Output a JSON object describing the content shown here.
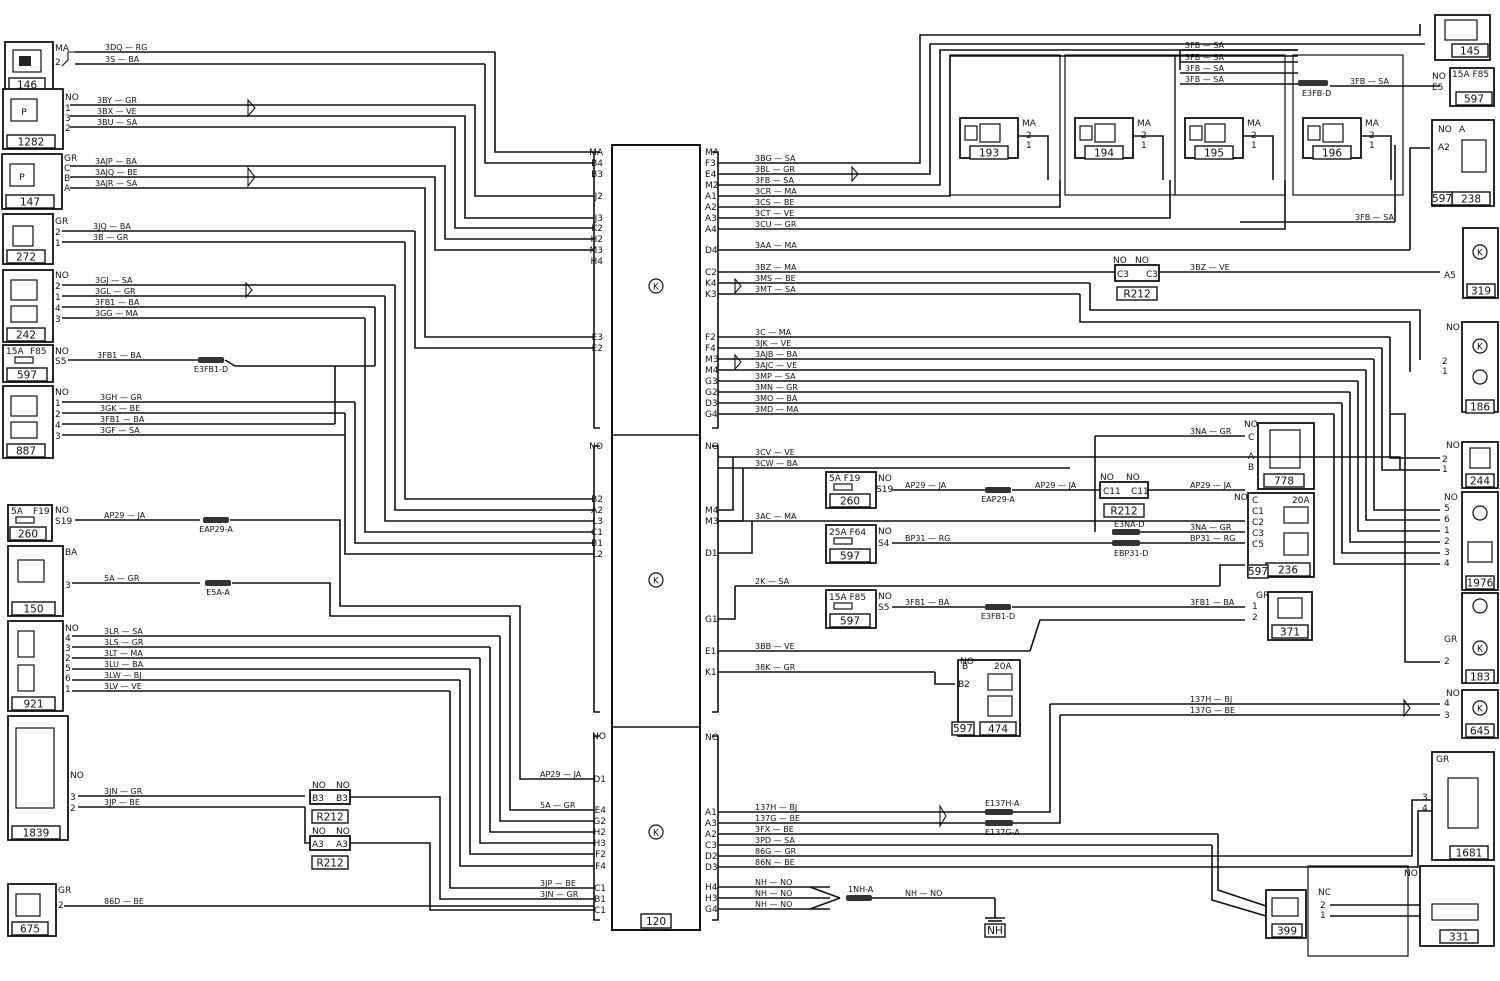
{
  "ecu": {
    "number": "120",
    "symbol": "K",
    "left_pins_top": [
      "MA",
      "B4",
      "B3",
      "J2",
      "J3",
      "K2",
      "H2",
      "M3",
      "H4",
      "E3",
      "E2"
    ],
    "right_pins_top": [
      "MA",
      "F3",
      "E4",
      "M2",
      "A1",
      "A2",
      "A3",
      "A4",
      "D4",
      "C2",
      "K4",
      "K3",
      "F2",
      "F4",
      "M3",
      "M4",
      "G3",
      "G2",
      "D3",
      "G4"
    ],
    "left_pins_mid": [
      "NO",
      "B2",
      "A2",
      "L3",
      "C1",
      "B1",
      "L2"
    ],
    "right_pins_mid": [
      "NO",
      "M4",
      "M3",
      "D1",
      "G1",
      "E1",
      "K1"
    ],
    "left_pins_bot": [
      "NO",
      "D1",
      "E4",
      "G2",
      "H2",
      "H3",
      "F2",
      "F4",
      "C1",
      "B1",
      "C1"
    ],
    "right_pins_bot": [
      "NO",
      "A1",
      "A3",
      "A2",
      "C3",
      "D2",
      "D3",
      "H4",
      "H3",
      "G4"
    ]
  },
  "left_components": [
    {
      "id": "146",
      "pins": [
        "MA",
        "2"
      ],
      "wires": [
        [
          "3DQ",
          "RG"
        ],
        [
          "3S",
          "BA"
        ]
      ]
    },
    {
      "id": "1282",
      "pins": [
        "NO",
        "1",
        "3",
        "2"
      ],
      "wires": [
        [
          "3BY",
          "GR"
        ],
        [
          "3BX",
          "VE"
        ],
        [
          "3BU",
          "SA"
        ]
      ]
    },
    {
      "id": "147",
      "pins": [
        "GR",
        "C",
        "B",
        "A"
      ],
      "wires": [
        [
          "3AJP",
          "BA"
        ],
        [
          "3AJQ",
          "BE"
        ],
        [
          "3AJR",
          "SA"
        ]
      ]
    },
    {
      "id": "272",
      "pins": [
        "GR",
        "2",
        "1"
      ],
      "wires": [
        [
          "3JQ",
          "BA"
        ],
        [
          "3B",
          "GR"
        ]
      ]
    },
    {
      "id": "242",
      "pins": [
        "NO",
        "2",
        "1",
        "4",
        "3"
      ],
      "wires": [
        [
          "3GJ",
          "SA"
        ],
        [
          "3GL",
          "GR"
        ],
        [
          "3FB1",
          "BA"
        ],
        [
          "3GG",
          "MA"
        ]
      ]
    },
    {
      "id": "597",
      "pins": [
        "15A",
        "F85",
        "NO",
        "S5"
      ],
      "wires": [
        [
          "3FB1",
          "BA"
        ]
      ],
      "splice": "E3FB1-D"
    },
    {
      "id": "887",
      "pins": [
        "NO",
        "1",
        "2",
        "4",
        "3"
      ],
      "wires": [
        [
          "3GH",
          "GR"
        ],
        [
          "3GK",
          "BE"
        ],
        [
          "3FB1",
          "BA"
        ],
        [
          "3GF",
          "SA"
        ]
      ]
    },
    {
      "id": "260",
      "pins": [
        "5A",
        "F19",
        "NO",
        "S19"
      ],
      "wires": [
        [
          "AP29",
          "JA"
        ]
      ],
      "splice": "EAP29-A"
    },
    {
      "id": "150",
      "pins": [
        "BA",
        "3"
      ],
      "wires": [
        [
          "5A",
          "GR"
        ]
      ],
      "splice": "E5A-A"
    },
    {
      "id": "921",
      "pins": [
        "NO",
        "4",
        "3",
        "2",
        "5",
        "6",
        "1"
      ],
      "wires": [
        [
          "3LR",
          "SA"
        ],
        [
          "3LS",
          "GR"
        ],
        [
          "3LT",
          "MA"
        ],
        [
          "3LU",
          "BA"
        ],
        [
          "3LW",
          "BJ"
        ],
        [
          "3LV",
          "VE"
        ]
      ]
    },
    {
      "id": "1839",
      "pins": [
        "NO",
        "3",
        "2"
      ],
      "wires": [
        [
          "3JN",
          "GR"
        ],
        [
          "3JP",
          "BE"
        ]
      ]
    },
    {
      "id": "675",
      "pins": [
        "GR",
        "2"
      ],
      "wires": [
        [
          "86D",
          "BE"
        ]
      ]
    }
  ],
  "relays_top": [
    {
      "id": "193",
      "pins": [
        "MA",
        "2",
        "1"
      ]
    },
    {
      "id": "194",
      "pins": [
        "MA",
        "2",
        "1"
      ]
    },
    {
      "id": "195",
      "pins": [
        "MA",
        "2",
        "1"
      ]
    },
    {
      "id": "196",
      "pins": [
        "MA",
        "2",
        "1"
      ]
    }
  ],
  "top_right": {
    "component_145": "145",
    "component_597": "597",
    "fuse_label": "15A F85",
    "pin_no": "NO",
    "pin_e5": "E5",
    "wires": [
      [
        "3FB",
        "SA"
      ],
      [
        "3FB",
        "SA"
      ],
      [
        "3FB",
        "SA"
      ],
      [
        "3FB",
        "SA"
      ]
    ],
    "splice": "E3FB-D"
  },
  "right_wires_top": [
    [
      "3BG",
      "SA"
    ],
    [
      "3BL",
      "GR"
    ],
    [
      "3FB",
      "SA"
    ],
    [
      "3CR",
      "MA"
    ],
    [
      "3CS",
      "BE"
    ],
    [
      "3CT",
      "VE"
    ],
    [
      "3CU",
      "GR"
    ],
    [
      "3AA",
      "MA"
    ],
    [
      "3BZ",
      "MA"
    ],
    [
      "3MS",
      "BE"
    ],
    [
      "3MT",
      "SA"
    ],
    [
      "3C",
      "MA"
    ],
    [
      "3JK",
      "VE"
    ],
    [
      "3AJB",
      "BA"
    ],
    [
      "3AJC",
      "VE"
    ],
    [
      "3MP",
      "SA"
    ],
    [
      "3MN",
      "GR"
    ],
    [
      "3MO",
      "BA"
    ],
    [
      "3MD",
      "MA"
    ]
  ],
  "right_components": [
    {
      "id": "238",
      "pins": [
        "NO",
        "A",
        "A2"
      ]
    },
    {
      "id": "319",
      "pins": [
        "A5"
      ]
    },
    {
      "id": "R212",
      "pins": [
        "NO",
        "NO",
        "C3",
        "C3"
      ],
      "wire": [
        "3BZ",
        "VE"
      ]
    },
    {
      "id": "186",
      "pins": [
        "NO",
        "2",
        "1"
      ]
    },
    {
      "id": "778",
      "pins": [
        "NO",
        "C",
        "A",
        "B"
      ],
      "wire": [
        "3NA",
        "GR"
      ]
    },
    {
      "id": "244",
      "pins": [
        "NO",
        "2",
        "1"
      ]
    },
    {
      "id": "236",
      "pins": [
        "NO",
        "C",
        "20A",
        "C1",
        "C2",
        "C3",
        "C5"
      ]
    },
    {
      "id": "1976",
      "pins": [
        "NO",
        "5",
        "6",
        "1",
        "2",
        "3",
        "4"
      ]
    },
    {
      "id": "371",
      "pins": [
        "GR",
        "1",
        "2"
      ]
    },
    {
      "id": "183",
      "pins": [
        "GR",
        "2"
      ]
    },
    {
      "id": "474",
      "pins": [
        "NO",
        "B",
        "20A",
        "B2"
      ]
    },
    {
      "id": "645",
      "pins": [
        "NO",
        "4",
        "3"
      ]
    },
    {
      "id": "1681",
      "pins": [
        "GR",
        "3",
        "4"
      ]
    },
    {
      "id": "331",
      "pins": [
        "NO"
      ]
    },
    {
      "id": "399",
      "pins": [
        "NC",
        "2",
        "1"
      ]
    }
  ],
  "mid_right": {
    "wires_mid": [
      [
        "3CV",
        "VE"
      ],
      [
        "3CW",
        "BA"
      ],
      [
        "3AC",
        "MA"
      ],
      [
        "2K",
        "SA"
      ],
      [
        "3BB",
        "VE"
      ],
      [
        "38K",
        "GR"
      ]
    ],
    "fuse_260": {
      "label": "5A F19",
      "pin": "S19",
      "id": "260",
      "wire": [
        "AP29",
        "JA"
      ],
      "splice": "EAP29-A",
      "wire2": [
        "AP29",
        "JA"
      ]
    },
    "fuse_597a": {
      "label": "25A F64",
      "pin": "S4",
      "id": "597",
      "wire": [
        "BP31",
        "RG"
      ],
      "splice": "EBP31-D",
      "wire2": [
        "BP31",
        "RG"
      ]
    },
    "fuse_597b": {
      "label": "15A F85",
      "pin": "S5",
      "id": "597",
      "wire": [
        "3FB1",
        "BA"
      ],
      "splice": "E3FB1-D",
      "wire2": [
        "3FB1",
        "BA"
      ]
    },
    "r212_c11": {
      "id": "R212",
      "pins": [
        "NO",
        "NO",
        "C11",
        "C11"
      ],
      "wire": [
        "AP29",
        "JA"
      ]
    },
    "esna": "E3NA-D",
    "wire_3na": [
      "3NA",
      "GR"
    ],
    "wire_bp31": [
      "BP31",
      "RG"
    ],
    "wire_137h": [
      "137H",
      "BJ"
    ],
    "wire_137g": [
      "137G",
      "BE"
    ],
    "relay_474_parent": "597"
  },
  "bottom": {
    "r212_b3": {
      "id": "R212",
      "pins": [
        "NO",
        "B3",
        "NO",
        "B3"
      ]
    },
    "r212_a3": {
      "id": "R212",
      "pins": [
        "NO",
        "A3",
        "NO",
        "A3"
      ]
    },
    "left_wires": [
      [
        "AP29",
        "JA"
      ],
      [
        "5A",
        "GR"
      ],
      [
        "3JP",
        "BE"
      ],
      [
        "3JN",
        "GR"
      ]
    ],
    "right_wires": [
      [
        "137H",
        "BJ"
      ],
      [
        "137G",
        "BE"
      ],
      [
        "3FX",
        "BE"
      ],
      [
        "3PD",
        "SA"
      ],
      [
        "86G",
        "GR"
      ],
      [
        "86N",
        "BE"
      ],
      [
        "NH",
        "NO"
      ],
      [
        "NH",
        "NO"
      ],
      [
        "NH",
        "NO"
      ]
    ],
    "splices": [
      "E137H-A",
      "E137G-A"
    ],
    "ground_splice": "1NH-A",
    "ground_wire": [
      "NH",
      "NO"
    ],
    "ground_label": "NH"
  }
}
